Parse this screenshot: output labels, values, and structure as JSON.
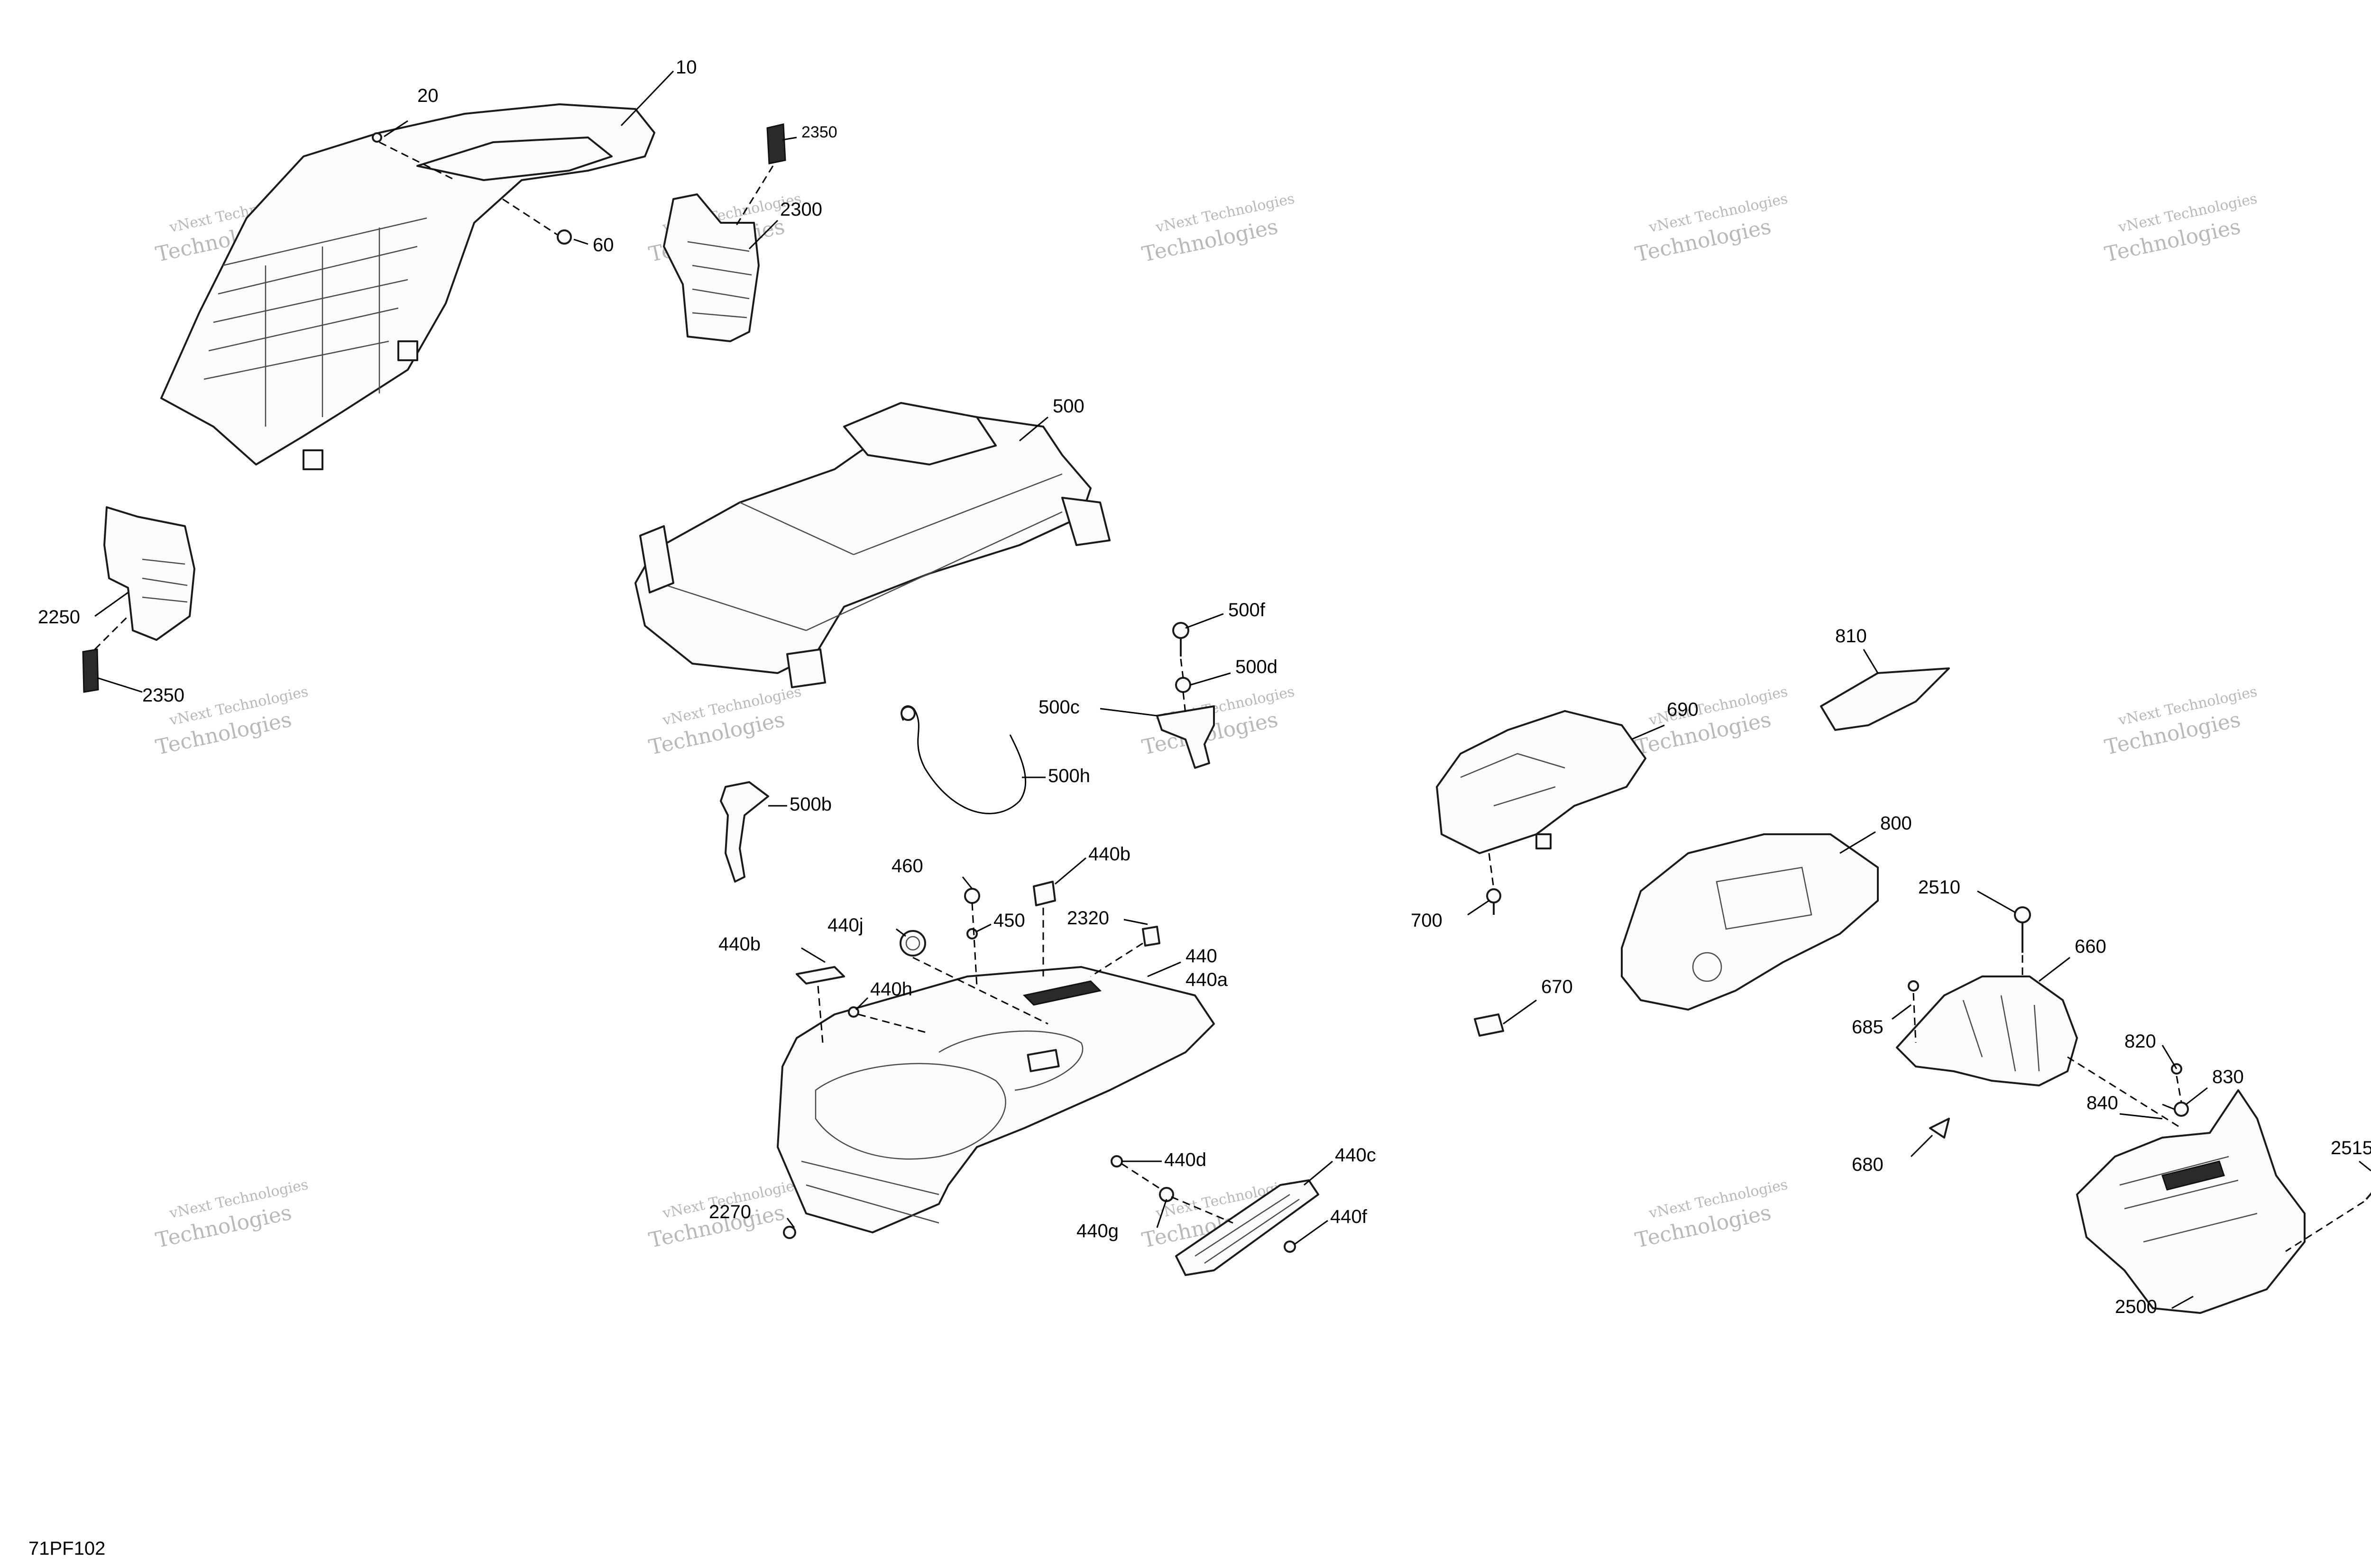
{
  "document_id": "71PF102",
  "watermark": {
    "line1": "vNext Technologies",
    "line2": "Technologies"
  },
  "callouts": {
    "c10": "10",
    "c20": "20",
    "c60": "60",
    "c2350a": "2350",
    "c2300": "2300",
    "c2250": "2250",
    "c2350b": "2350",
    "c500": "500",
    "c500f": "500f",
    "c500d": "500d",
    "c500c": "500c",
    "c500h": "500h",
    "c500b": "500b",
    "c460": "460",
    "c440b_top": "440b",
    "c440j": "440j",
    "c450": "450",
    "c2320": "2320",
    "c440": "440",
    "c440a": "440a",
    "c440b_left": "440b",
    "c440h": "440h",
    "c440d": "440d",
    "c440c": "440c",
    "c440g": "440g",
    "c440f": "440f",
    "c2270": "2270",
    "c810": "810",
    "c690": "690",
    "c800": "800",
    "c700": "700",
    "c670": "670",
    "c2510": "2510",
    "c660": "660",
    "c685": "685",
    "c820": "820",
    "c830": "830",
    "c840": "840",
    "c680": "680",
    "c2515": "2515",
    "c2500": "2500"
  }
}
